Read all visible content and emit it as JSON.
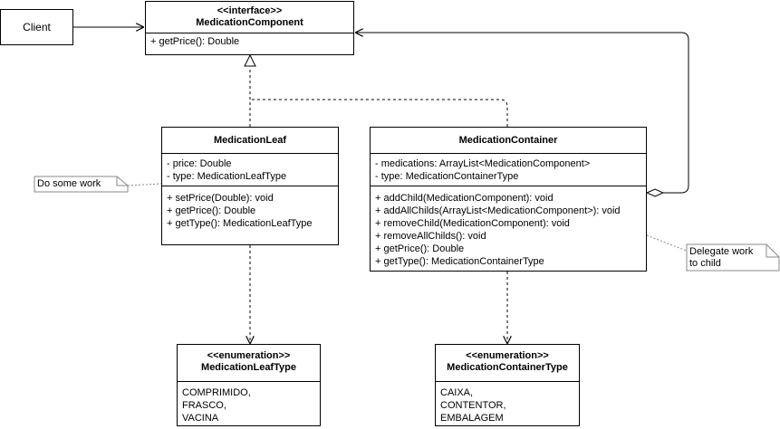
{
  "client": {
    "label": "Client"
  },
  "component": {
    "stereotype": "<<interface>>",
    "name": "MedicationComponent",
    "methods": [
      "+ getPrice(): Double"
    ]
  },
  "leaf": {
    "name": "MedicationLeaf",
    "attributes": [
      "- price: Double",
      "- type: MedicationLeafType"
    ],
    "methods": [
      "+ setPrice(Double): void",
      "+ getPrice(): Double",
      "+ getType(): MedicationLeafType"
    ]
  },
  "container": {
    "name": "MedicationContainer",
    "attributes": [
      "- medications: ArrayList<MedicationComponent>",
      "- type: MedicationContainerType"
    ],
    "methods": [
      "+ addChild(MedicationComponent): void",
      "+ addAllChilds(ArrayList<MedicationComponent>): void",
      "+ removeChild(MedicationComponent): void",
      "+ removeAllChilds(): void",
      "+ getPrice(): Double",
      "+ getType(): MedicationContainerType"
    ]
  },
  "leaf_type": {
    "stereotype": "<<enumeration>>",
    "name": "MedicationLeafType",
    "values": [
      "COMPRIMIDO,",
      "FRASCO,",
      "VACINA"
    ]
  },
  "container_type": {
    "stereotype": "<<enumeration>>",
    "name": "MedicationContainerType",
    "values": [
      "CAIXA,",
      "CONTENTOR,",
      "EMBALAGEM"
    ]
  },
  "notes": {
    "work": {
      "line1": "Do some work"
    },
    "delegate": {
      "line1": "Delegate work",
      "line2": "to child"
    }
  }
}
